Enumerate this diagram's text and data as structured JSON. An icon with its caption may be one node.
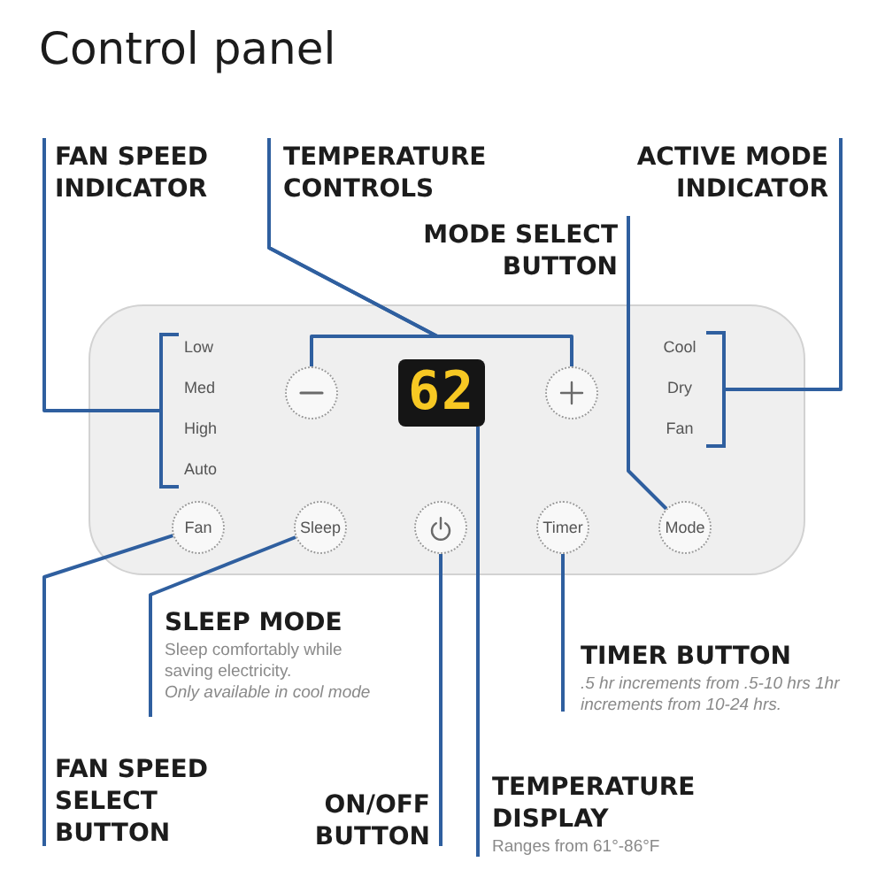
{
  "diagram": {
    "title": "Control panel",
    "nodes": [
      {
        "text": [
          "FAN SPEED INDICATOR"
        ]
      },
      {
        "text": [
          "TEMPERATURE CONTROLS"
        ]
      },
      {
        "text": [
          "ACTIVE MODE INDICATOR"
        ]
      },
      {
        "text": [
          "MODE SELECT BUTTON"
        ]
      },
      {
        "text": [],
        "shape": "box"
      },
      {
        "text": [
          "Low",
          "Med",
          "High",
          "Auto"
        ],
        "in": 4
      },
      {
        "text": [],
        "shape": "circle",
        "in": 4
      },
      {
        "text": [
          "62"
        ],
        "in": 4
      },
      {
        "text": [],
        "shape": "circle",
        "in": 4
      },
      {
        "text": [
          "Cool",
          "Dry",
          "Fan"
        ],
        "in": 4
      },
      {
        "text": [
          "Fan"
        ],
        "in": 4
      },
      {
        "text": [
          "Sleep"
        ],
        "in": 4
      },
      {
        "text": [],
        "shape": "circle",
        "in": 4
      },
      {
        "text": [
          "Timer"
        ],
        "in": 4
      },
      {
        "text": [
          "Mode"
        ],
        "in": 4
      },
      {
        "text": [
          "SLEEP MODE",
          "Sleep comfortably while saving electricity.",
          "Only available in cool mode"
        ]
      },
      {
        "text": [
          "TIMER BUTTON",
          ".5 hr increments from .5-10 hrs 1hr increments from 10-24 hrs."
        ]
      },
      {
        "text": [
          "FAN SPEED SELECT BUTTON"
        ]
      },
      {
        "text": [
          "ON/OFF BUTTON"
        ]
      },
      {
        "text": [
          "TEMPERATURE DISPLAY",
          "Ranges from 61°-86°F"
        ]
      }
    ],
    "edges": [
      {
        "from": 0,
        "to": 5,
        "arrow": "none"
      },
      {
        "from": 1,
        "to": 6,
        "arrow": "none"
      },
      {
        "from": 1,
        "to": 8,
        "arrow": "none"
      },
      {
        "from": 2,
        "to": 9,
        "arrow": "none"
      },
      {
        "from": 3,
        "to": 14,
        "arrow": "none"
      },
      {
        "from": 15,
        "to": 11,
        "arrow": "none"
      },
      {
        "from": 16,
        "to": 13,
        "arrow": "none"
      },
      {
        "from": 17,
        "to": 10,
        "arrow": "none"
      },
      {
        "from": 18,
        "to": 12,
        "arrow": "none"
      },
      {
        "from": 19,
        "to": 7,
        "arrow": "none"
      }
    ]
  }
}
